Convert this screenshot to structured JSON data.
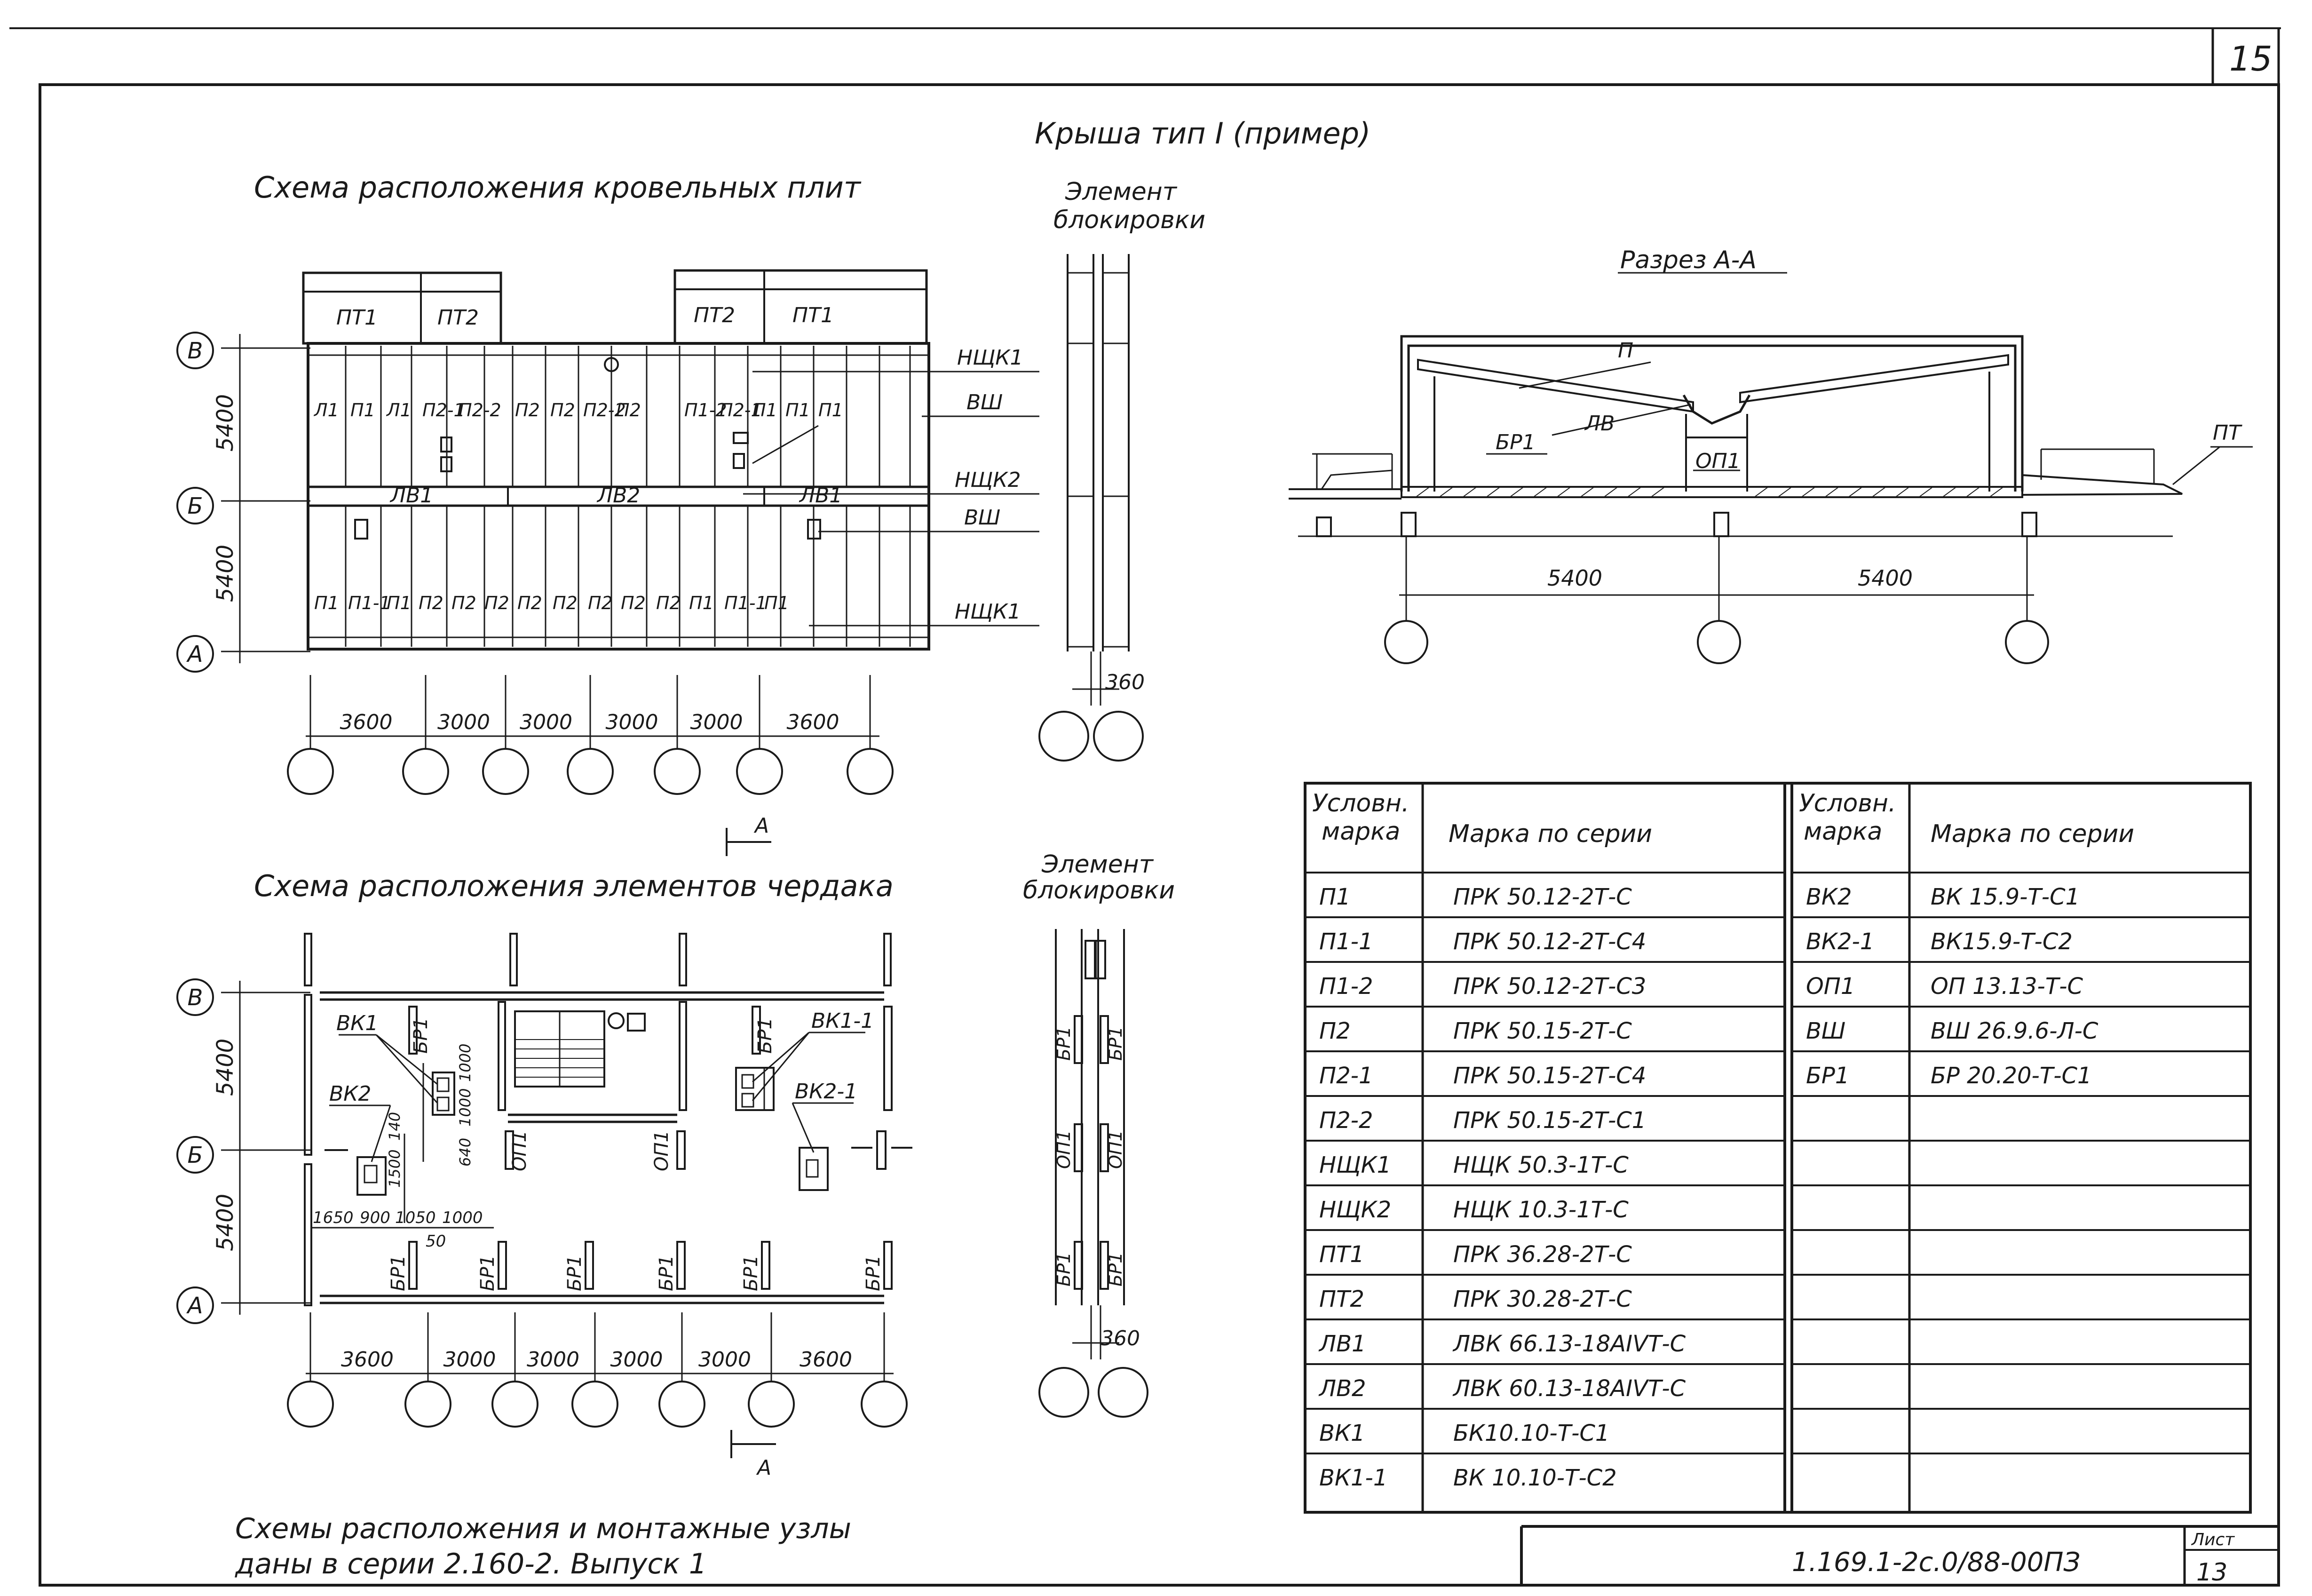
{
  "sheet_number_top": "15",
  "main_title": "Крыша тип I  (пример)",
  "plan1": {
    "title": "Схема расположения кровельных плит",
    "slabs_top_left": [
      "ПТ1",
      "ПТ2"
    ],
    "slabs_top_right": [
      "ПТ2",
      "ПТ1"
    ],
    "row1_labels": [
      "Л1",
      "П1",
      "Л1",
      "П2-1",
      "П2-2",
      "П2",
      "П2",
      "П2-2",
      "П2",
      "П1-2",
      "П2-1",
      "П1",
      "П1",
      "П1"
    ],
    "row2_labels": [
      "П1",
      "П1-1",
      "П1",
      "П2",
      "П2",
      "П2",
      "П2",
      "П2",
      "П2",
      "П2",
      "П2",
      "П1",
      "П1-1",
      "П1"
    ],
    "beams": [
      "ЛВ1",
      "ЛВ2",
      "ЛВ1"
    ],
    "axes_rows": [
      "В",
      "Б",
      "А"
    ],
    "dims_vertical": [
      "5400",
      "5400"
    ],
    "dims_horizontal": [
      "3600",
      "3000",
      "3000",
      "3000",
      "3000",
      "3600"
    ]
  },
  "block_element_1": {
    "title_line1": "Элемент",
    "title_line2": "блокировки",
    "dim": "360"
  },
  "block_element_2": {
    "title_line1": "Элемент",
    "title_line2": "блокировки",
    "dim": "360"
  },
  "callouts": [
    "НЩК1",
    "ВШ",
    "НЩК2",
    "ВШ",
    "НЩК1"
  ],
  "section": {
    "title": "Разрез А-А",
    "labels": {
      "p": "П",
      "br": "БР1",
      "lv": "ЛВ",
      "op": "ОП1",
      "pt": "ПТ"
    },
    "dims": [
      "5400",
      "5400"
    ]
  },
  "plan2": {
    "title": "Схема расположения элементов чердака",
    "cut_mark": "А",
    "labels": {
      "vk1": "ВК1",
      "vk2": "ВК2",
      "vk11": "ВК1-1",
      "vk21": "ВК2-1",
      "op1": "ОП1",
      "br1": "БР1"
    },
    "small_dims": [
      "1650",
      "900",
      "1050",
      "1000",
      "50",
      "1500",
      "140",
      "640",
      "1000",
      "1000"
    ],
    "axes_rows": [
      "В",
      "Б",
      "А"
    ],
    "dims_vertical": [
      "5400",
      "5400"
    ],
    "dims_horizontal": [
      "3600",
      "3000",
      "3000",
      "3000",
      "3000",
      "3600"
    ]
  },
  "table": {
    "headers": {
      "mark_line1": "Условн.",
      "mark_line2": "марка",
      "series": "Марка по серии"
    },
    "left": [
      [
        "П1",
        "ПРК 50.12-2Т-С"
      ],
      [
        "П1-1",
        "ПРК 50.12-2Т-С4"
      ],
      [
        "П1-2",
        "ПРК 50.12-2Т-С3"
      ],
      [
        "П2",
        "ПРК 50.15-2Т-С"
      ],
      [
        "П2-1",
        "ПРК 50.15-2Т-С4"
      ],
      [
        "П2-2",
        "ПРК 50.15-2Т-С1"
      ],
      [
        "НЩК1",
        "НЩК 50.3-1Т-С"
      ],
      [
        "НЩК2",
        "НЩК 10.3-1Т-С"
      ],
      [
        "ПТ1",
        "ПРК 36.28-2Т-С"
      ],
      [
        "ПТ2",
        "ПРК 30.28-2Т-С"
      ],
      [
        "ЛВ1",
        "ЛВК 66.13-18АIVТ-С"
      ],
      [
        "ЛВ2",
        "ЛВК 60.13-18АIVТ-С"
      ],
      [
        "ВК1",
        "БК10.10-Т-С1"
      ],
      [
        "ВК1-1",
        "ВК 10.10-Т-С2"
      ]
    ],
    "right": [
      [
        "ВК2",
        "ВК 15.9-Т-С1"
      ],
      [
        "ВК2-1",
        "ВК15.9-Т-С2"
      ],
      [
        "ОП1",
        "ОП 13.13-Т-С"
      ],
      [
        "ВШ",
        "ВШ 26.9.6-Л-С"
      ],
      [
        "БР1",
        "БР 20.20-Т-С1"
      ]
    ]
  },
  "note_line1": "Схемы расположения и монтажные узлы",
  "note_line2": "даны в серии 2.160-2. Выпуск 1",
  "stamp": {
    "code": "1.169.1-2с.0/88-00ПЗ",
    "sheet_label": "Лист",
    "sheet_number": "13"
  }
}
